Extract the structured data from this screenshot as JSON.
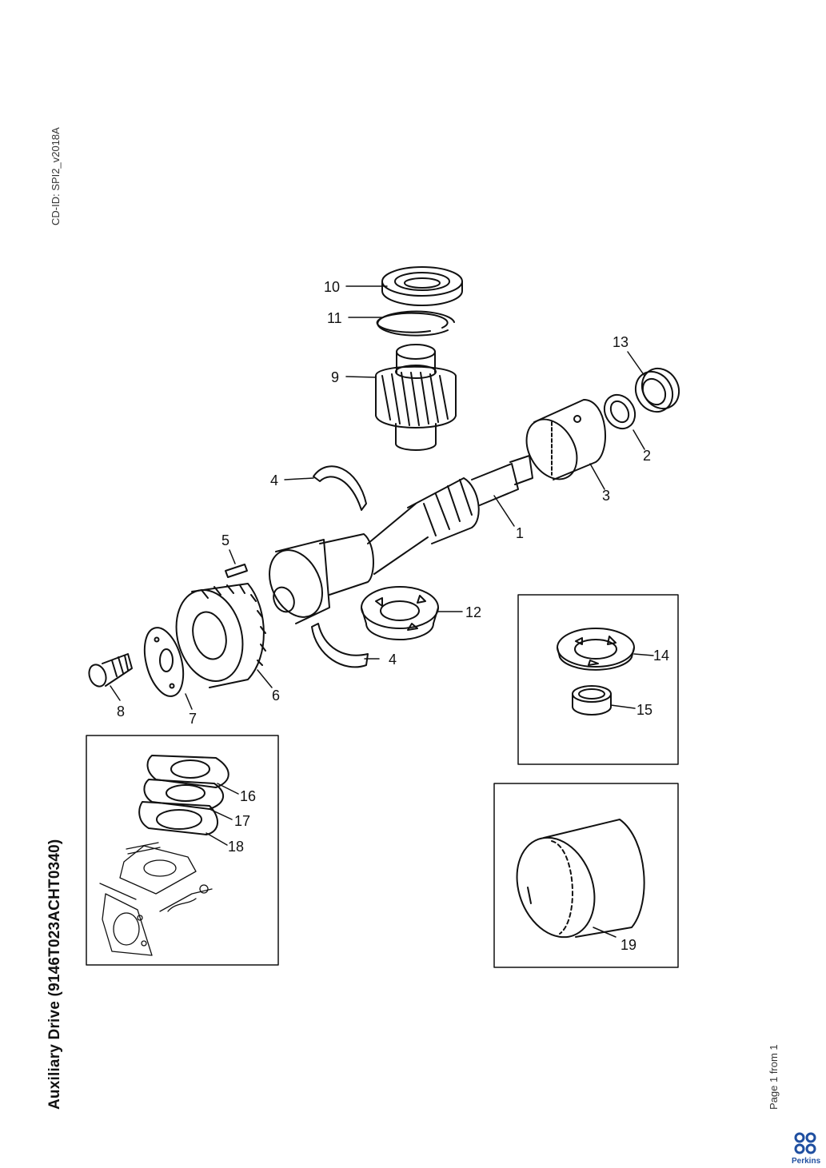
{
  "document": {
    "cd_id": "CD-ID: SPI2_v2018A",
    "title": "Auxiliary Drive (9146T023ACHT0340)",
    "page": "Page 1 from 1",
    "brand": "Perkins"
  },
  "callouts": {
    "c1": "1",
    "c2": "2",
    "c3": "3",
    "c4a": "4",
    "c4b": "4",
    "c5": "5",
    "c6": "6",
    "c7": "7",
    "c8": "8",
    "c9": "9",
    "c10": "10",
    "c11": "11",
    "c12": "12",
    "c13": "13",
    "c14": "14",
    "c15": "15",
    "c16": "16",
    "c17": "17",
    "c18": "18",
    "c19": "19"
  },
  "colors": {
    "line": "#111111",
    "brand": "#1f4fa0"
  }
}
